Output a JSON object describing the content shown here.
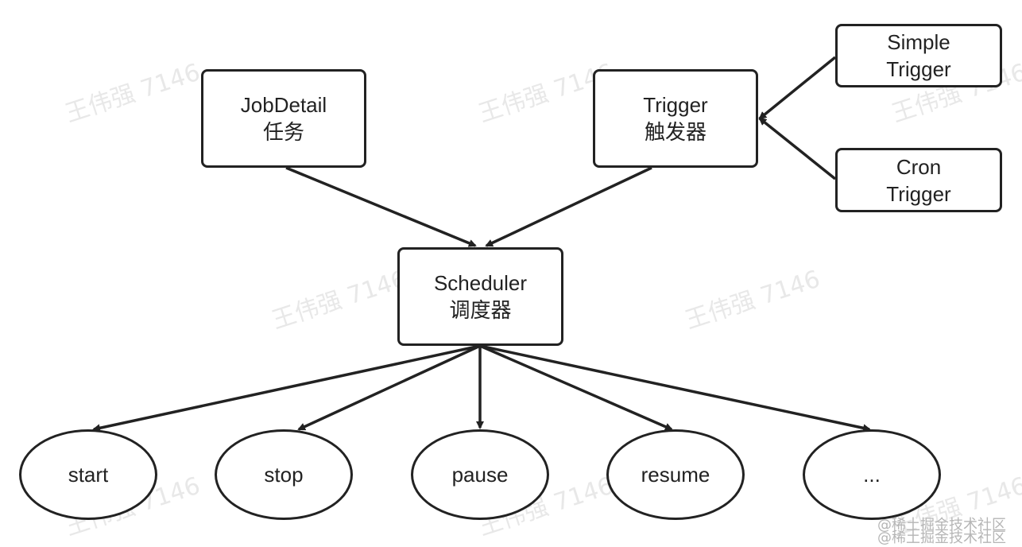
{
  "diagram": {
    "nodes": {
      "jobdetail": {
        "line1": "JobDetail",
        "line2": "任务"
      },
      "trigger": {
        "line1": "Trigger",
        "line2": "触发器"
      },
      "simple_trigger": {
        "line1": "Simple",
        "line2": "Trigger"
      },
      "cron_trigger": {
        "line1": "Cron",
        "line2": "Trigger"
      },
      "scheduler": {
        "line1": "Scheduler",
        "line2": "调度器"
      }
    },
    "actions": [
      "start",
      "stop",
      "pause",
      "resume",
      "..."
    ],
    "edges": [
      [
        "simple_trigger",
        "trigger"
      ],
      [
        "cron_trigger",
        "trigger"
      ],
      [
        "jobdetail",
        "scheduler"
      ],
      [
        "trigger",
        "scheduler"
      ],
      [
        "scheduler",
        "start"
      ],
      [
        "scheduler",
        "stop"
      ],
      [
        "scheduler",
        "pause"
      ],
      [
        "scheduler",
        "resume"
      ],
      [
        "scheduler",
        "..."
      ]
    ]
  },
  "watermark": {
    "text": "王伟强 7146"
  },
  "credits": {
    "line1": "@稀土掘金技术社区",
    "line2": "@稀土掘金技术社区"
  }
}
